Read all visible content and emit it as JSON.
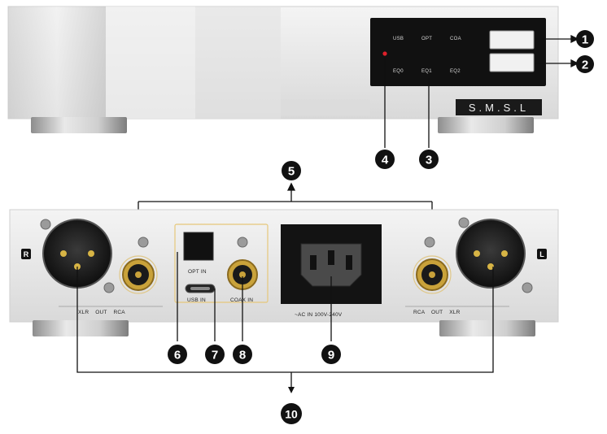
{
  "front_panel": {
    "inputs_top": [
      "USB",
      "OPT",
      "COA"
    ],
    "inputs_bottom": [
      "EQ0",
      "EQ1",
      "EQ2"
    ],
    "brand": "S.M.S.L"
  },
  "rear_panel": {
    "channel_right": "R",
    "channel_left": "L",
    "xlr_out_right": "XLR    OUT    RCA",
    "rca_out_left": "RCA    OUT    XLR",
    "opt_in": "OPT IN",
    "usb_in": "USB IN",
    "coax_in": "COAX IN",
    "ac_in": "~AC IN 100V-240V"
  },
  "callouts": {
    "c1": "1",
    "c2": "2",
    "c3": "3",
    "c4": "4",
    "c5": "5",
    "c6": "6",
    "c7": "7",
    "c8": "8",
    "c9": "9",
    "c10": "10"
  },
  "colors": {
    "panel_silver": "#e6e6e6",
    "display_black": "#111111",
    "led_red": "#e0202a",
    "gold": "#c9a23a"
  }
}
